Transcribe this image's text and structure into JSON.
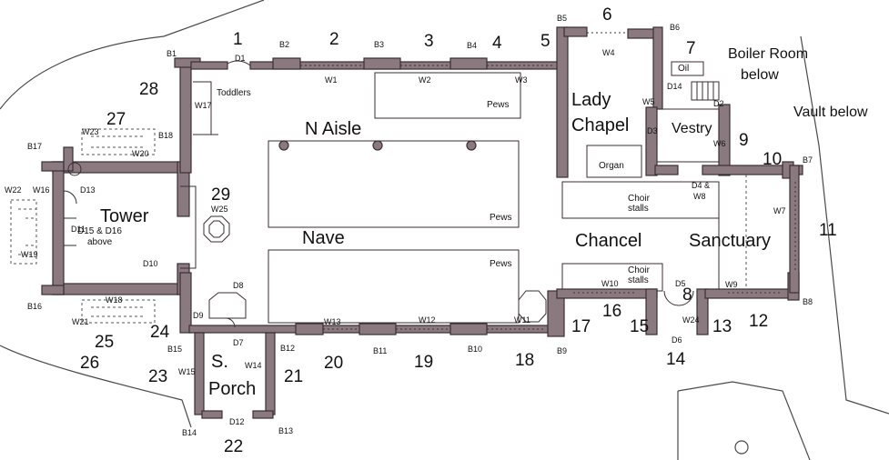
{
  "rooms": {
    "tower": "Tower",
    "n_aisle": "N Aisle",
    "nave": "Nave",
    "lady_chapel_1": "Lady",
    "lady_chapel_2": "Chapel",
    "vestry": "Vestry",
    "chancel": "Chancel",
    "sanctuary": "Sanctuary",
    "porch_1": "S.",
    "porch_2": "Porch",
    "boiler_1": "Boiler Room",
    "boiler_2": "below",
    "vault": "Vault below"
  },
  "features": {
    "toddlers": "Toddlers",
    "pews": "Pews",
    "organ": "Organ",
    "choir_1": "Choir",
    "choir_2": "stalls",
    "oil": "Oil",
    "tower_note_1": "D15 & D16",
    "tower_note_2": "above",
    "d4_1": "D4 &",
    "d4_2": "W8"
  },
  "zones": [
    "1",
    "2",
    "3",
    "4",
    "5",
    "6",
    "7",
    "8",
    "9",
    "10",
    "11",
    "12",
    "13",
    "14",
    "15",
    "16",
    "17",
    "18",
    "19",
    "20",
    "21",
    "22",
    "23",
    "24",
    "25",
    "26",
    "27",
    "28",
    "29"
  ],
  "buttresses": [
    "B1",
    "B2",
    "B3",
    "B4",
    "B5",
    "B6",
    "B7",
    "B8",
    "B9",
    "B10",
    "B11",
    "B12",
    "B13",
    "B14",
    "B15",
    "B16",
    "B17",
    "B18"
  ],
  "doors": [
    "D1",
    "D2",
    "D3",
    "D5",
    "D6",
    "D7",
    "D8",
    "D9",
    "D10",
    "D11",
    "D12",
    "D13",
    "D14"
  ],
  "windows": [
    "W1",
    "W2",
    "W3",
    "W4",
    "W5",
    "W6",
    "W7",
    "W9",
    "W10",
    "W11",
    "W12",
    "W13",
    "W14",
    "W15",
    "W16",
    "W17",
    "W18",
    "W19",
    "W20",
    "W21",
    "W22",
    "W23",
    "W24",
    "W25"
  ]
}
